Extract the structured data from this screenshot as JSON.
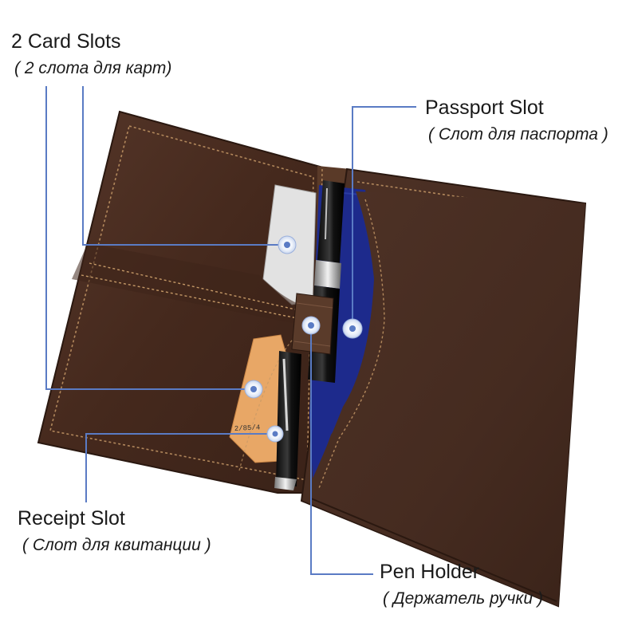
{
  "labels": {
    "card_slots": {
      "en": "2 Card Slots",
      "ru": "( 2 слота для карт)"
    },
    "passport_slot": {
      "en": "Passport Slot",
      "ru": "( Слот для паспорта )"
    },
    "receipt_slot": {
      "en": "Receipt Slot",
      "ru": "( Слот для квитанции )"
    },
    "pen_holder": {
      "en": "Pen Holder",
      "ru": "( Держатель ручки )"
    }
  },
  "card_stamp": "2/85/4",
  "colors": {
    "leather": "#4a3025",
    "leather_dark": "#2e1c14",
    "stitch": "#c49866",
    "callout_line": "#5a7bc4",
    "marker": "#e8eef8",
    "passport_lining": "#1c2a8a",
    "white_card": "#dcdcdc",
    "orange_card": "#e9a765"
  }
}
